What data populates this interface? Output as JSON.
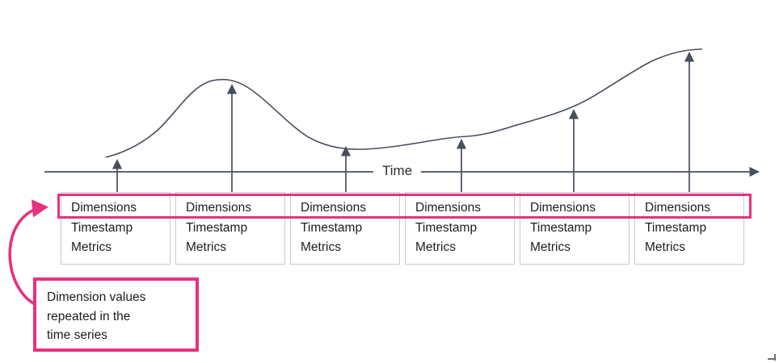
{
  "diagram": {
    "axis_label": "Time",
    "records": [
      {
        "fields": [
          "Dimensions",
          "Timestamp",
          "Metrics"
        ]
      },
      {
        "fields": [
          "Dimensions",
          "Timestamp",
          "Metrics"
        ]
      },
      {
        "fields": [
          "Dimensions",
          "Timestamp",
          "Metrics"
        ]
      },
      {
        "fields": [
          "Dimensions",
          "Timestamp",
          "Metrics"
        ]
      },
      {
        "fields": [
          "Dimensions",
          "Timestamp",
          "Metrics"
        ]
      },
      {
        "fields": [
          "Dimensions",
          "Timestamp",
          "Metrics"
        ]
      }
    ],
    "callout": {
      "lines": [
        "Dimension values",
        "repeated in the",
        "time series"
      ]
    },
    "colors": {
      "accent_pink": "#e6317e",
      "line_stroke": "#474e5d",
      "box_border": "#c6c8cb",
      "text": "#1d1d1f"
    }
  }
}
